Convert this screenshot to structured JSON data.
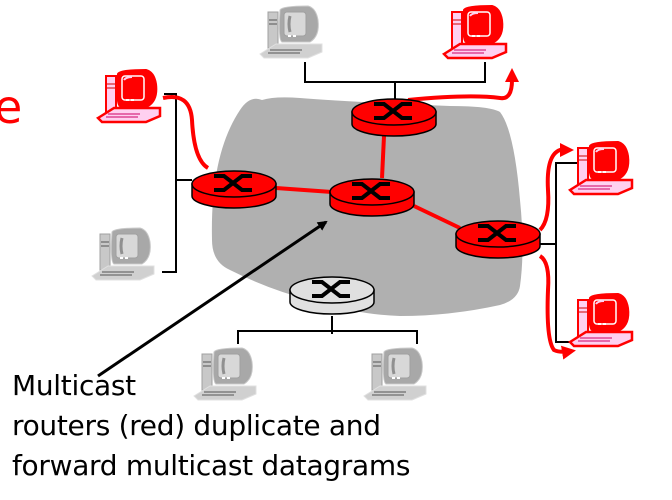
{
  "title_fragment": "e",
  "caption": {
    "line1": "Multicast",
    "line2": "routers (red) duplicate and",
    "line3": "forward multicast datagrams"
  },
  "colors": {
    "multicast": "#ff0000",
    "cloud": "#b0b0b0",
    "plain_router": "#e0e0e0",
    "link": "#000000"
  },
  "routers": [
    {
      "id": "r-left",
      "multicast": true
    },
    {
      "id": "r-top",
      "multicast": true
    },
    {
      "id": "r-center",
      "multicast": true
    },
    {
      "id": "r-right",
      "multicast": true
    },
    {
      "id": "r-bottom",
      "multicast": false
    }
  ],
  "hosts": [
    {
      "id": "h-top-left",
      "member": false
    },
    {
      "id": "h-top-right",
      "member": true
    },
    {
      "id": "h-left-top",
      "member": true
    },
    {
      "id": "h-left-bottom",
      "member": false
    },
    {
      "id": "h-right-top",
      "member": true
    },
    {
      "id": "h-right-bottom",
      "member": true
    },
    {
      "id": "h-bottom-left",
      "member": false
    },
    {
      "id": "h-bottom-right",
      "member": false
    }
  ]
}
